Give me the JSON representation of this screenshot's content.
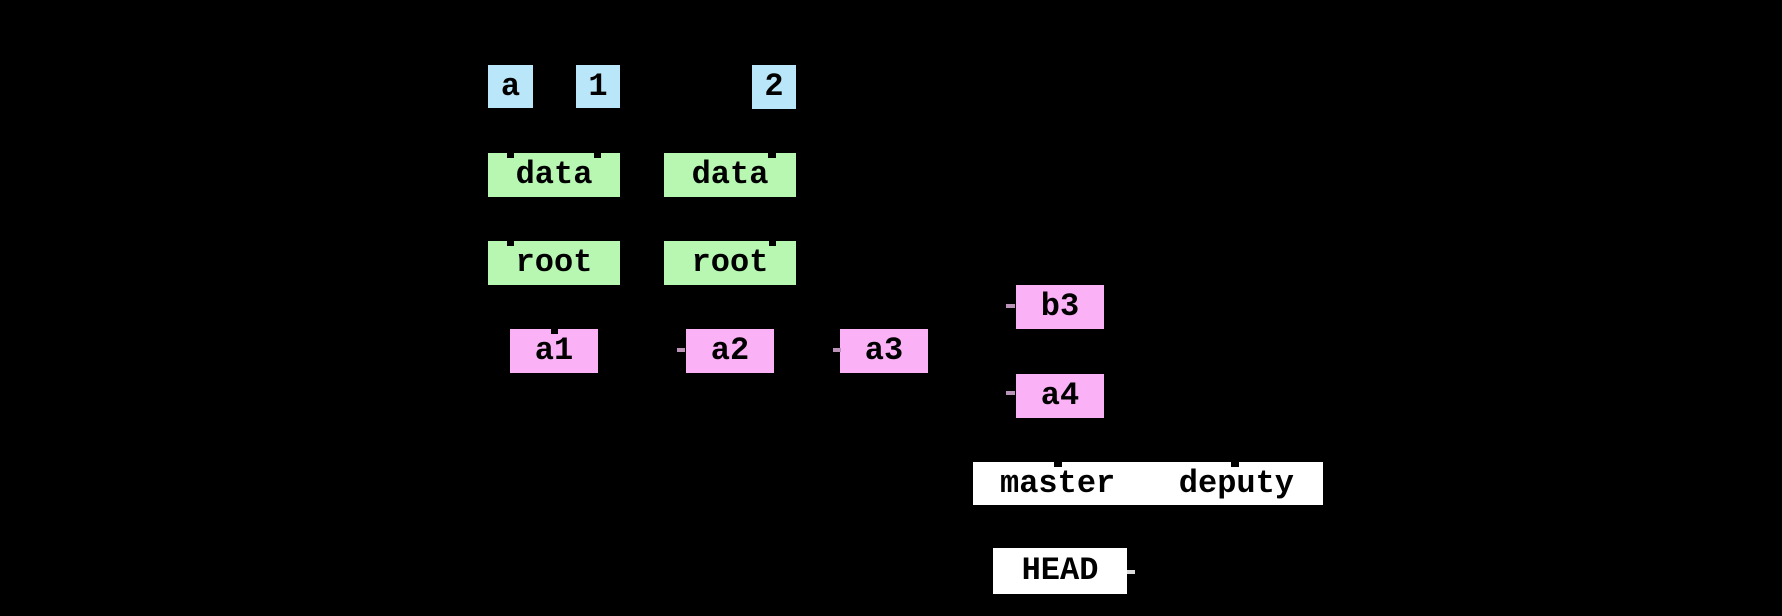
{
  "diagram": {
    "description_labels_only": "git object graph on black background; arrows drawn in black are not visible",
    "blue_squares": [
      {
        "label": "a"
      },
      {
        "label": "1"
      },
      {
        "label": "2"
      }
    ],
    "green_boxes": [
      {
        "label": "data"
      },
      {
        "label": "data"
      },
      {
        "label": "root"
      },
      {
        "label": "root"
      }
    ],
    "pink_boxes": [
      {
        "label": "a1"
      },
      {
        "label": "a2"
      },
      {
        "label": "a3"
      },
      {
        "label": "b3"
      },
      {
        "label": "a4"
      }
    ],
    "branch_labels": [
      "master",
      "deputy"
    ],
    "head_label": "HEAD",
    "colors": {
      "background": "#000000",
      "blob_blue": "#b9e6f8",
      "tree_green": "#b7f7b2",
      "commit_pink": "#fab1f5",
      "ref_white": "#ffffff",
      "text": "#000000"
    }
  }
}
